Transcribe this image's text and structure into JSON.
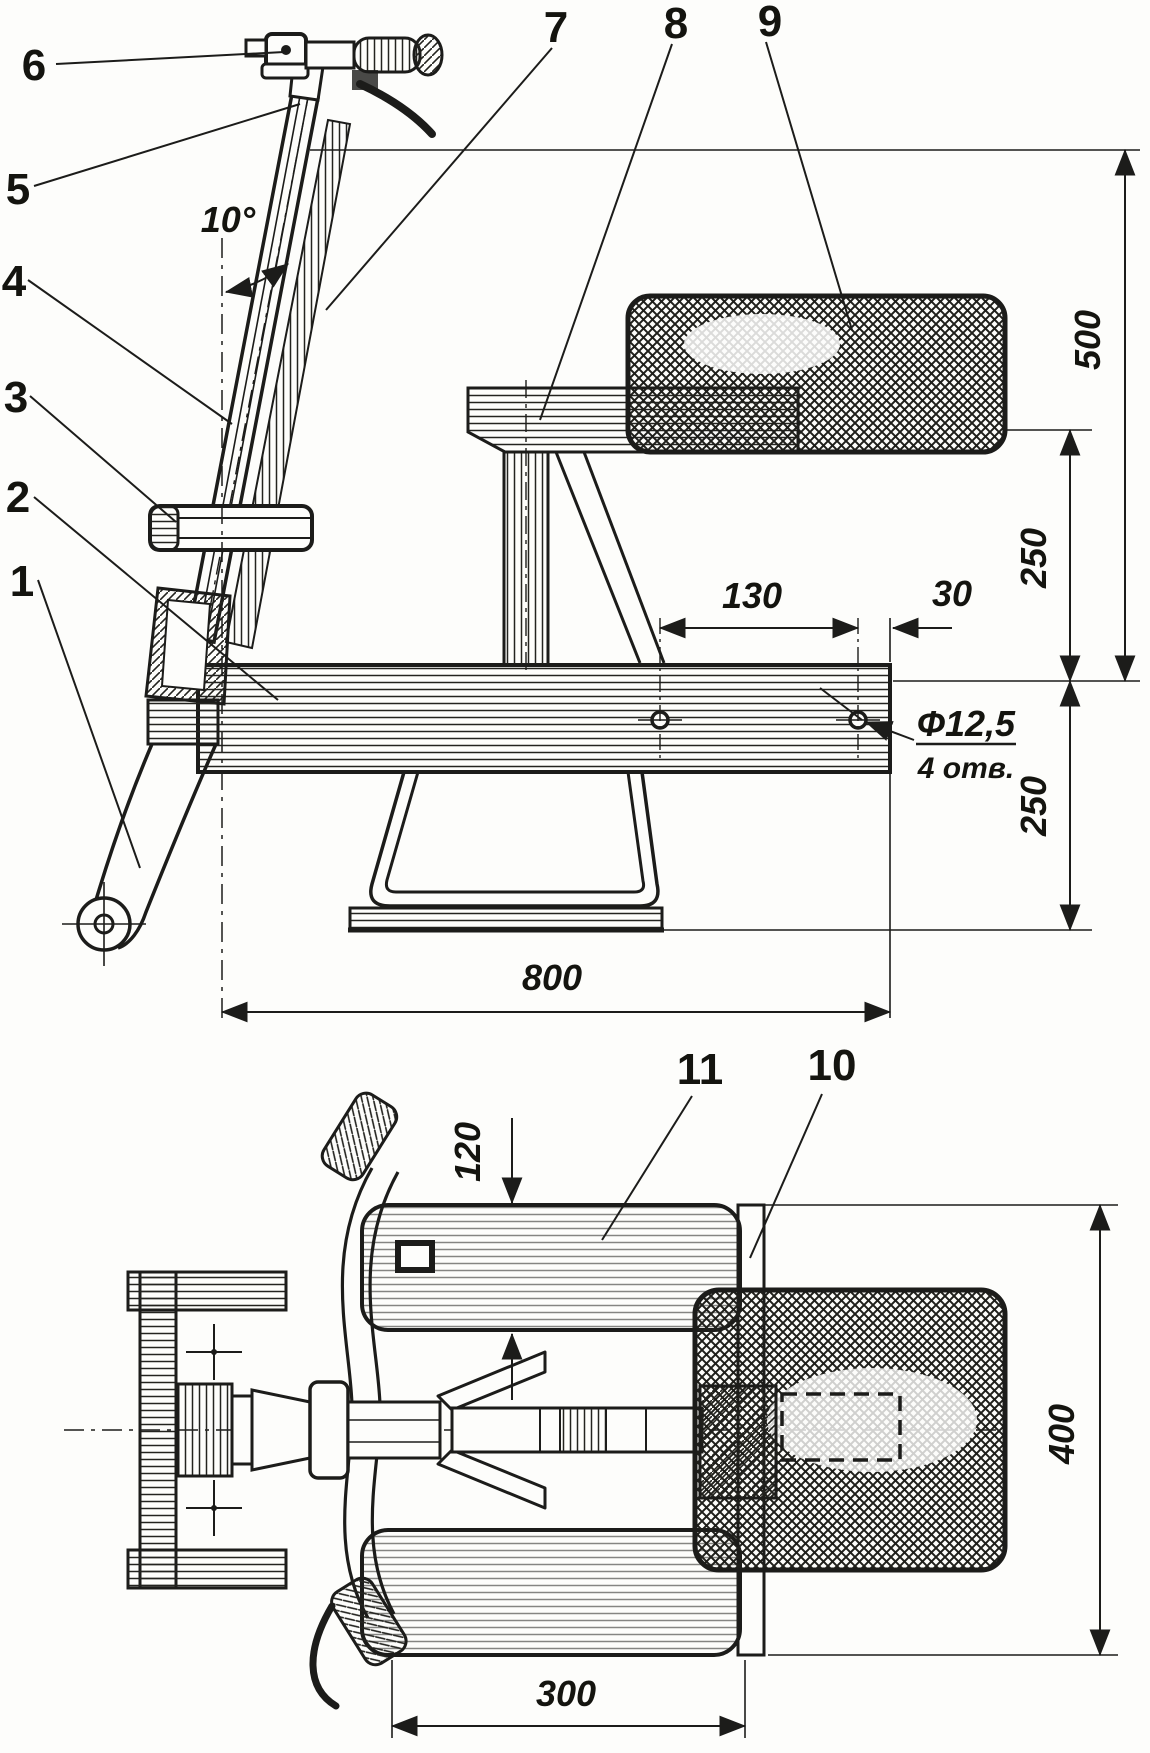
{
  "drawing": {
    "description": "Two-view technical drawing of a snow scooter: side elevation (top) and plan view (bottom)",
    "ink_color": "#1c1c1a",
    "paper_color": "#fdfdfb",
    "side_view": {
      "part_labels": {
        "1": "1",
        "2": "2",
        "3": "3",
        "4": "4",
        "5": "5",
        "6": "6",
        "7": "7",
        "8": "8",
        "9": "9"
      },
      "dims": {
        "angle": "10°",
        "height_total": "500",
        "upper_height": "250",
        "hole_spacing": "130",
        "hole_edge_offset": "30",
        "hole_dia": "Ф12,5",
        "hole_count": "4 отв.",
        "lower_height": "250",
        "base_length": "800"
      }
    },
    "plan_view": {
      "part_labels": {
        "10": "10",
        "11": "11"
      },
      "dims": {
        "platform_width": "120",
        "overall_width": "400",
        "platform_length": "300"
      }
    }
  }
}
